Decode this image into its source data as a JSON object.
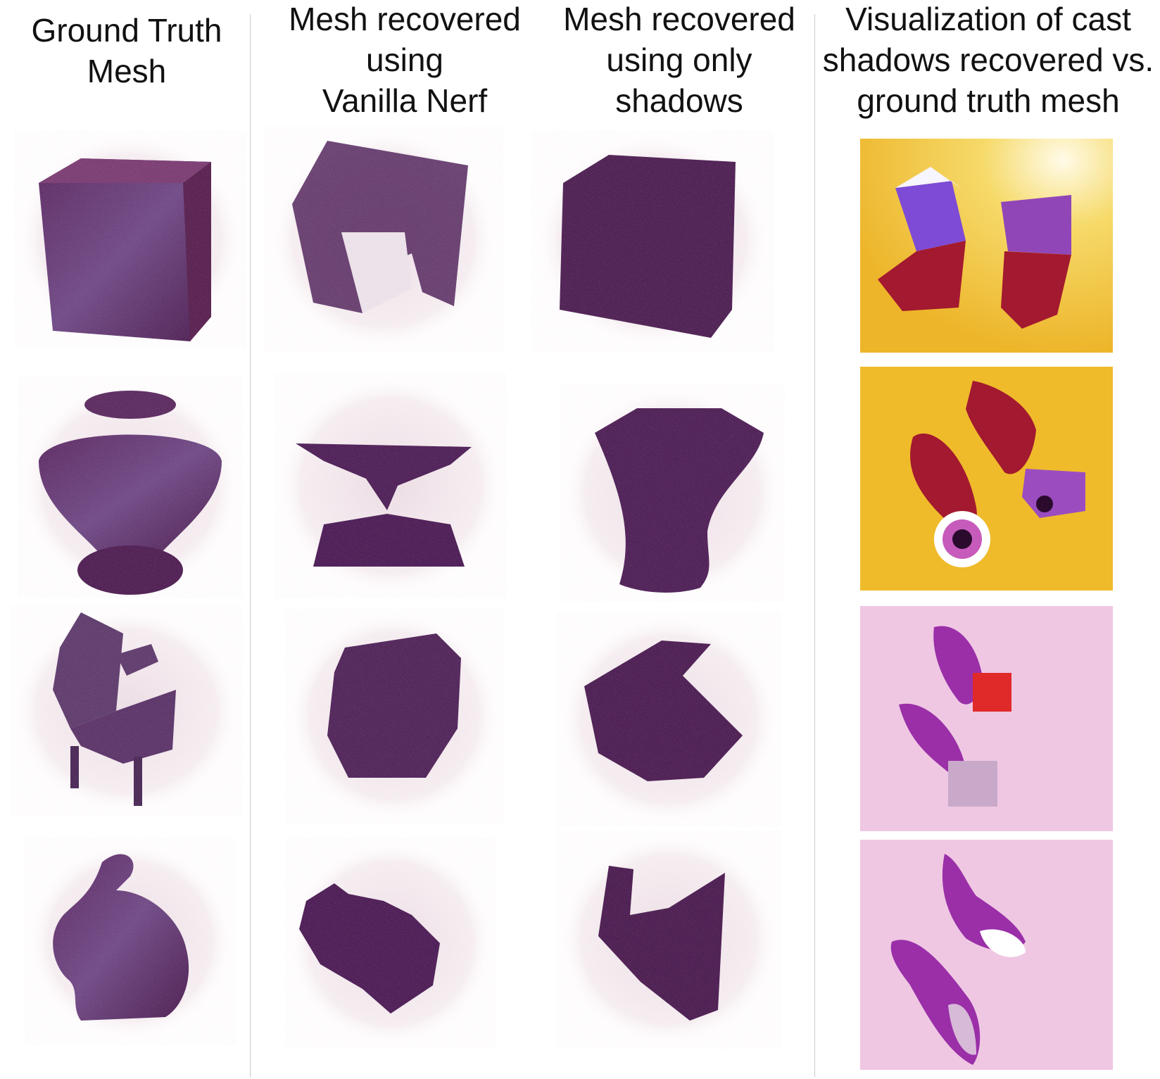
{
  "figure": {
    "columns": [
      {
        "title": "Ground Truth\nMesh"
      },
      {
        "title": "Mesh recovered\nusing\nVanilla Nerf"
      },
      {
        "title": "Mesh recovered\nusing only\nshadows"
      },
      {
        "title": "Visualization of cast\nshadows recovered vs.\nground truth mesh"
      }
    ],
    "rows": [
      "cube",
      "vase",
      "chair",
      "bunny"
    ],
    "colors": {
      "point_cloud": "#4a1f55",
      "point_cloud_red": "#8a1e2e",
      "scatter": "#c9a7b4",
      "shadow_red": "#a3192f",
      "object_purple": "#8a2bb0",
      "bg_yellow": "#f1c12b",
      "bg_pink": "#efc7e3"
    }
  }
}
